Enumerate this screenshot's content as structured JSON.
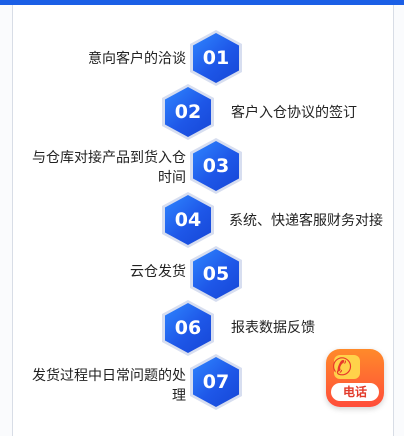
{
  "steps": [
    {
      "num": "01",
      "label": "意向客户的洽谈"
    },
    {
      "num": "02",
      "label": "客户入仓协议的签订"
    },
    {
      "num": "03",
      "label_line1": "与仓库对接产品到货入仓",
      "label_line2": "时间"
    },
    {
      "num": "04",
      "label": "系统、快递客服财务对接"
    },
    {
      "num": "05",
      "label": "云仓发货"
    },
    {
      "num": "06",
      "label": "报表数据反馈"
    },
    {
      "num": "07",
      "label_line1": "发货过程中日常问题的处",
      "label_line2": "理"
    }
  ],
  "call_button": {
    "label": "电话",
    "icon": "phone-icon"
  },
  "colors": {
    "accent": "#1e57e8",
    "call": "#ff4d3a"
  }
}
